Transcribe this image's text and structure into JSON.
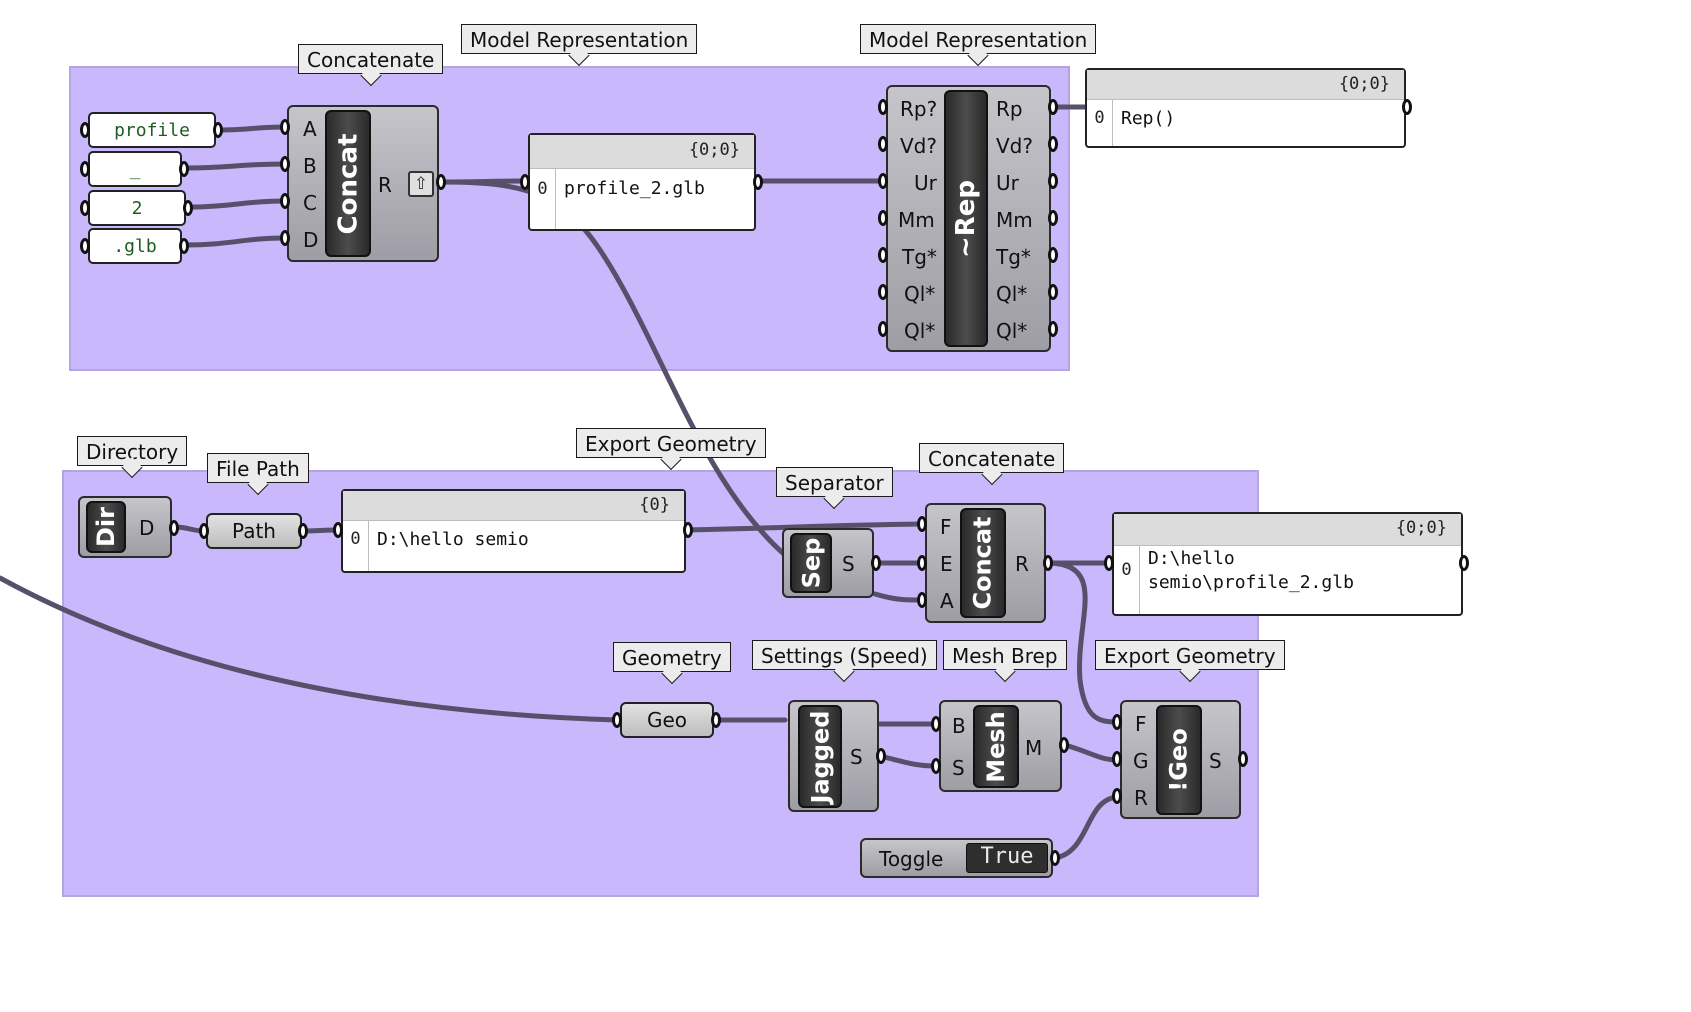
{
  "colors": {
    "group": "#c9b8fb",
    "wire": "#57506a",
    "component": "#9e9da5",
    "nickname": "#2a2a2a"
  },
  "groups": {
    "top_label_concat": "Concatenate",
    "top_label_model_rep_1": "Model Representation",
    "top_label_model_rep_2": "Model Representation",
    "bottom_labels": {
      "directory": "Directory",
      "file_path": "File Path",
      "export_geometry_1": "Export Geometry",
      "separator": "Separator",
      "concatenate": "Concatenate",
      "geometry": "Geometry",
      "settings": "Settings (Speed)",
      "mesh_brep": "Mesh Brep",
      "export_geometry_2": "Export Geometry"
    }
  },
  "text_params": [
    "profile",
    "_",
    "2",
    ".glb"
  ],
  "concat_top": {
    "nick": "Concat",
    "inputs": [
      "A",
      "B",
      "C",
      "D"
    ],
    "output": "R"
  },
  "panel_profile": {
    "path": "{0;0}",
    "index": "0",
    "value": "profile_2.glb"
  },
  "rep": {
    "nick": "~Rep",
    "inputs": [
      "Rp?",
      "Vd?",
      "Ur",
      "Mm",
      "Tg*",
      "Ql*",
      "Ql*"
    ],
    "outputs": [
      "Rp",
      "Vd?",
      "Ur",
      "Mm",
      "Tg*",
      "Ql*",
      "Ql*"
    ]
  },
  "panel_rep": {
    "path": "{0;0}",
    "index": "0",
    "value": "Rep()"
  },
  "dir": {
    "nick": "Dir",
    "output": "D"
  },
  "path_param": {
    "label": "Path"
  },
  "panel_dir": {
    "path": "{0}",
    "index": "0",
    "value": "D:\\hello semio"
  },
  "sep": {
    "nick": "Sep",
    "output": "S"
  },
  "concat_bottom": {
    "nick": "Concat",
    "inputs": [
      "F",
      "E",
      "A"
    ],
    "output": "R"
  },
  "panel_file": {
    "path": "{0;0}",
    "index": "0",
    "value": "D:\\hello\nsemio\\profile_2.glb"
  },
  "geo_param": {
    "label": "Geo"
  },
  "jagged": {
    "nick": "Jagged",
    "output": "S"
  },
  "mesh": {
    "nick": "Mesh",
    "inputs": [
      "B",
      "S"
    ],
    "output": "M"
  },
  "export": {
    "nick": "!Geo",
    "inputs": [
      "F",
      "G",
      "R"
    ],
    "output": "S"
  },
  "toggle": {
    "label": "Toggle",
    "value": "True"
  }
}
